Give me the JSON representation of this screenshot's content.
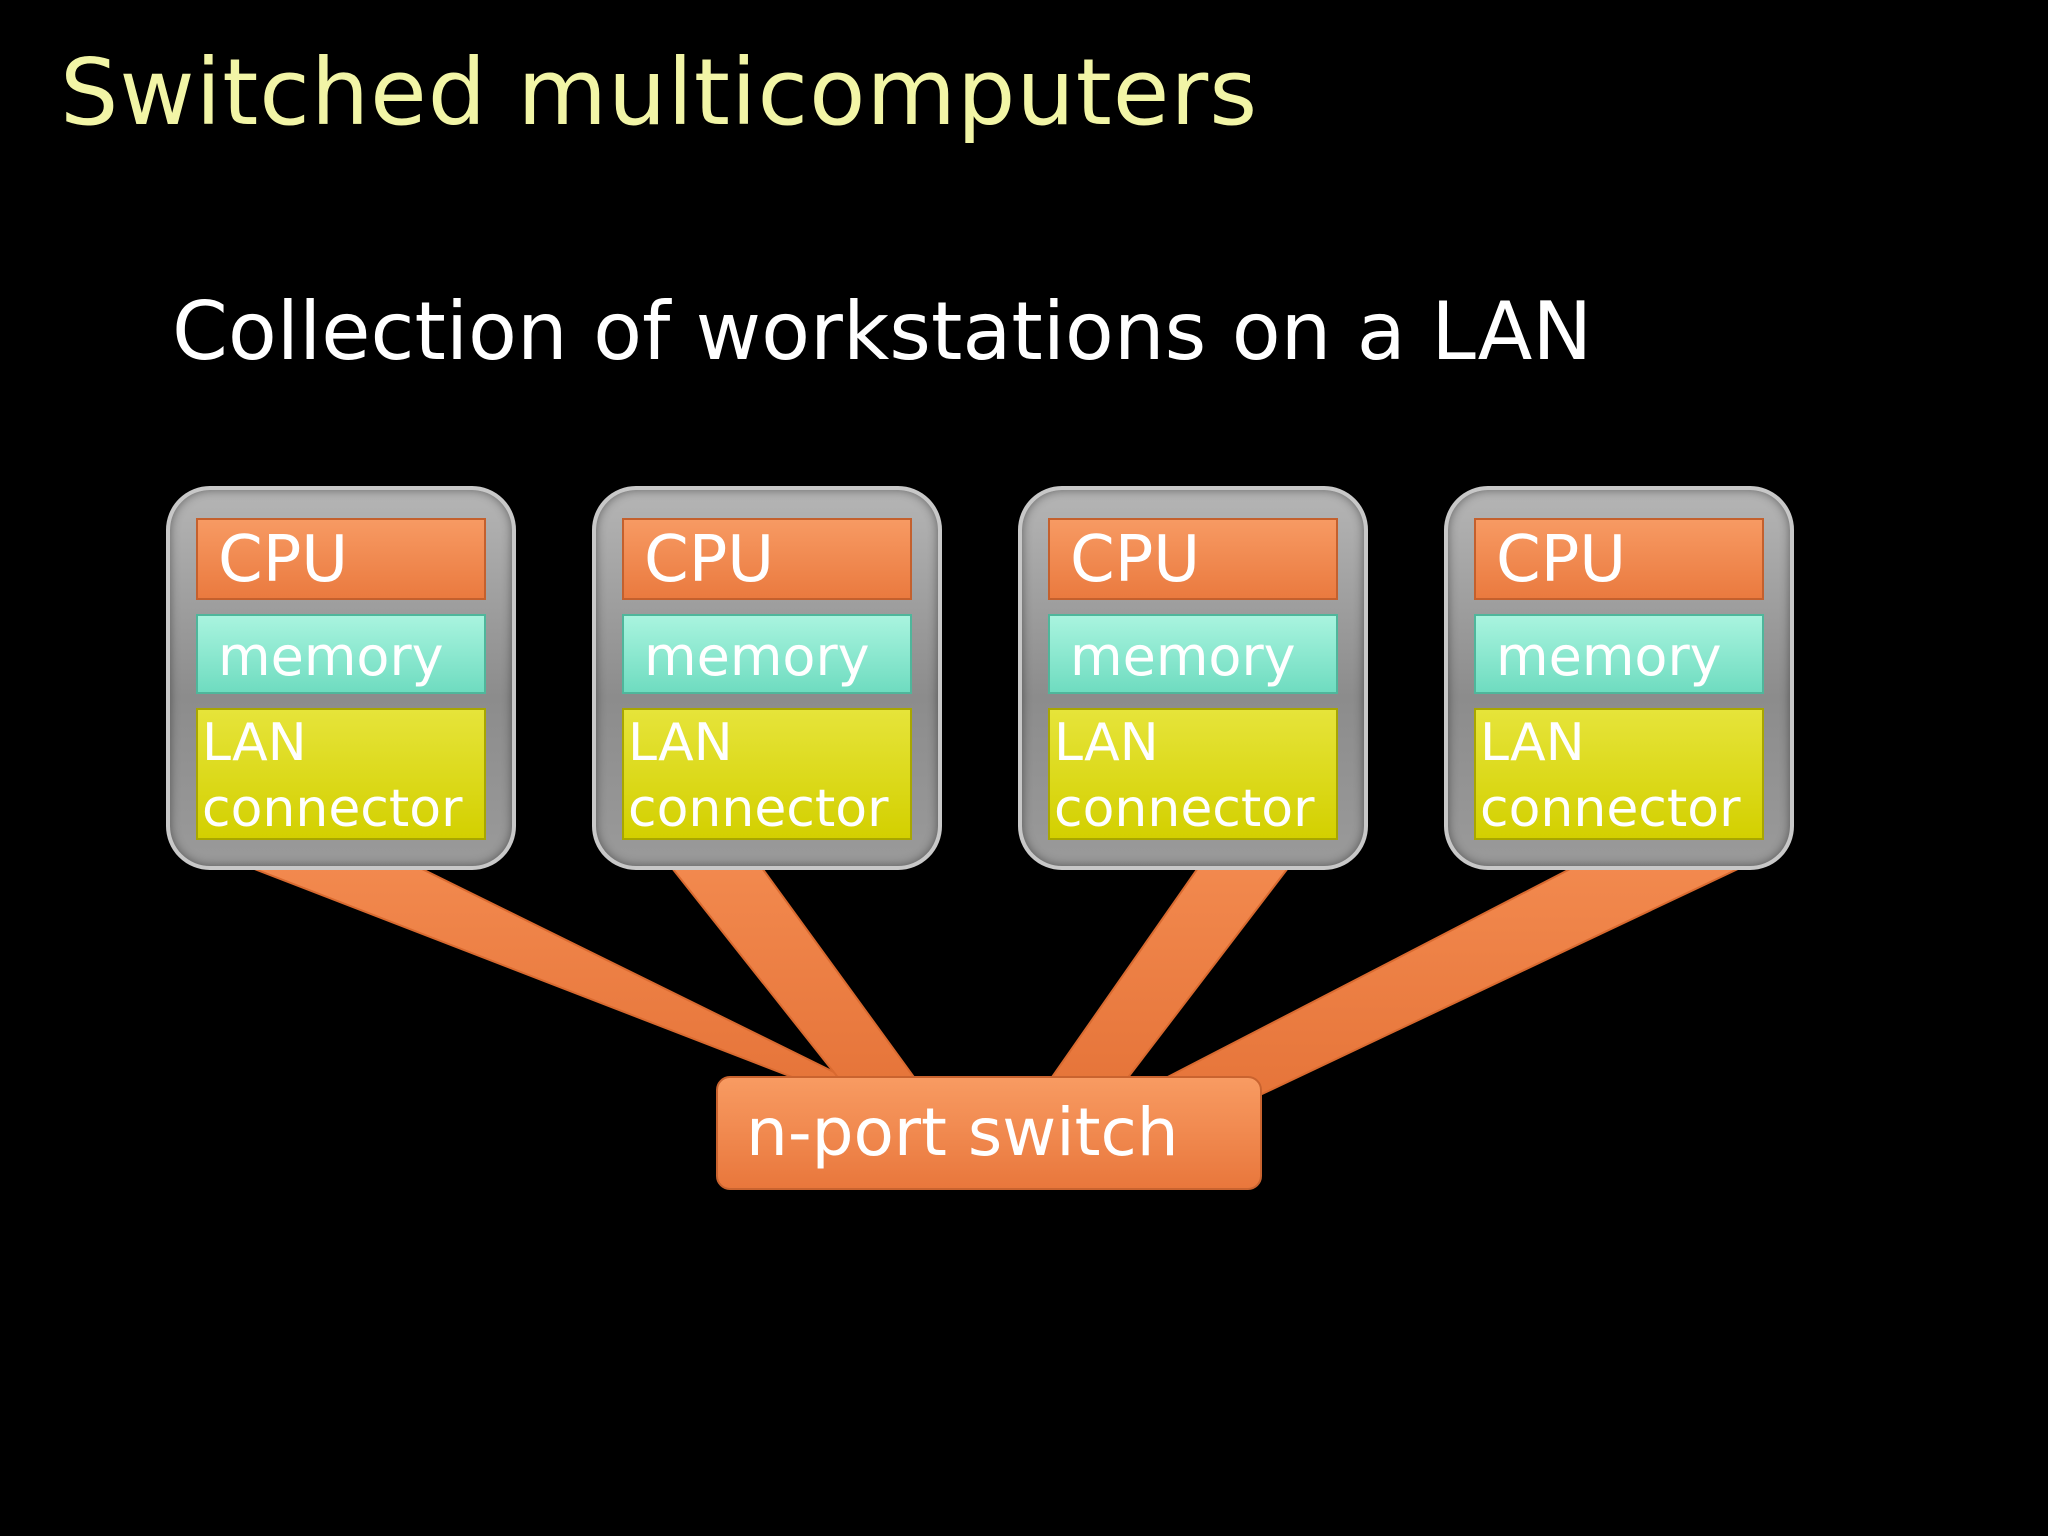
{
  "slide": {
    "title": "Switched multicomputers",
    "subtitle": "Collection of workstations on a LAN"
  },
  "workstations": [
    {
      "cpu": "CPU",
      "memory": "memory",
      "lan_line1": "LAN",
      "lan_line2": "connector"
    },
    {
      "cpu": "CPU",
      "memory": "memory",
      "lan_line1": "LAN",
      "lan_line2": "connector"
    },
    {
      "cpu": "CPU",
      "memory": "memory",
      "lan_line1": "LAN",
      "lan_line2": "connector"
    },
    {
      "cpu": "CPU",
      "memory": "memory",
      "lan_line1": "LAN",
      "lan_line2": "connector"
    }
  ],
  "switch": {
    "label": "n-port switch"
  },
  "colors": {
    "title": "#f2f5a6",
    "cpu": "#ea7a3f",
    "memory": "#6fdcc0",
    "lan_connector": "#d3d000",
    "link": "#ea7a3f",
    "workstation_frame": "#9a9a9a"
  }
}
